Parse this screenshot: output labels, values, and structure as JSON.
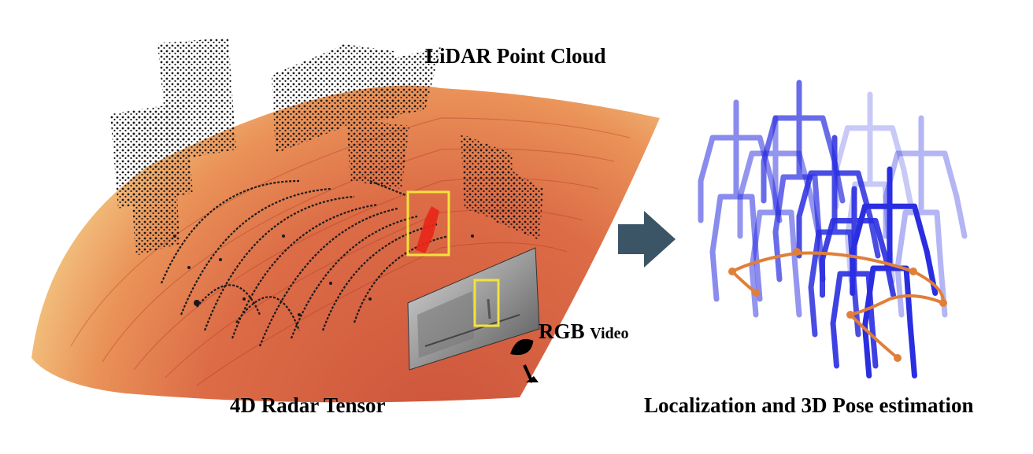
{
  "labels": {
    "lidar": "LiDAR Point Cloud",
    "radar": "4D Radar Tensor",
    "rgb_main": "RGB",
    "rgb_sub": "Video",
    "pose": "Localization and 3D Pose estimation"
  },
  "colors": {
    "radar_outer": "#f4d58a",
    "radar_mid": "#e8894a",
    "radar_inner": "#c8452a",
    "points": "#1a1a1a",
    "highlight_box": "#f2e33a",
    "target": "#e8261a",
    "arrow": "#3b5566",
    "skeleton": "#2a2ee0",
    "trajectory": "#e07f3a"
  },
  "icons": [
    "radar-dish-icon",
    "arrow-right-icon"
  ],
  "skeleton_opacities": [
    0.55,
    0.5,
    0.7,
    0.85,
    1.0,
    0.35,
    0.25,
    0.9
  ]
}
